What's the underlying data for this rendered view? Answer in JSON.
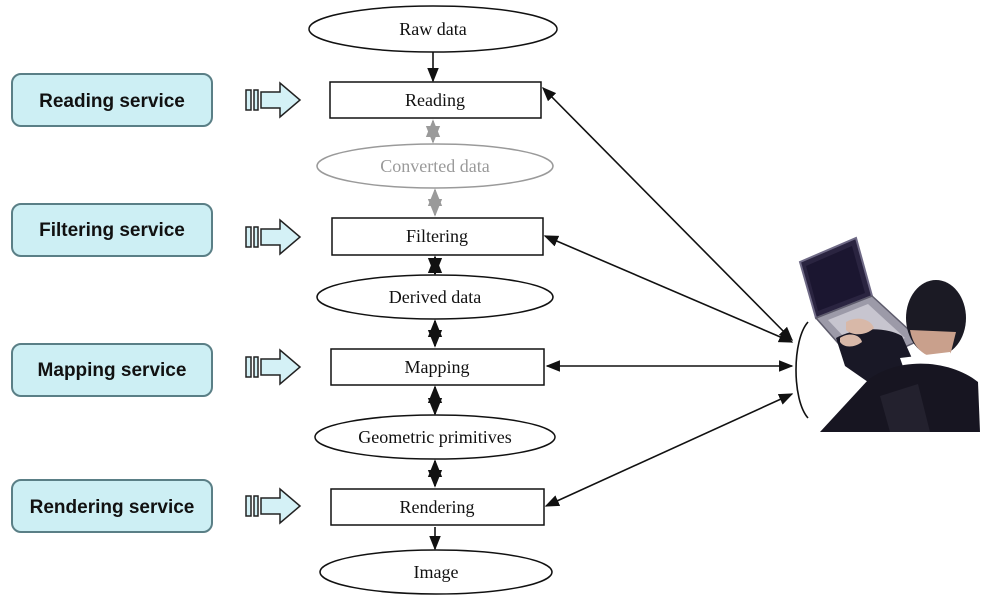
{
  "services": [
    {
      "label": "Reading service"
    },
    {
      "label": "Filtering service"
    },
    {
      "label": "Mapping service"
    },
    {
      "label": "Rendering service"
    }
  ],
  "pipeline": {
    "raw_data": "Raw data",
    "reading": "Reading",
    "converted_data": "Converted data",
    "filtering": "Filtering",
    "derived_data": "Derived data",
    "mapping": "Mapping",
    "geometric_primitives": "Geometric primitives",
    "rendering": "Rendering",
    "image": "Image"
  },
  "colors": {
    "service_fill": "#cdeff4",
    "service_border": "#5a7f86",
    "arrow_fill": "#d4f1f6",
    "faded": "#9a9a9a"
  },
  "user_figure": {
    "icon": "user-at-laptop-icon"
  }
}
